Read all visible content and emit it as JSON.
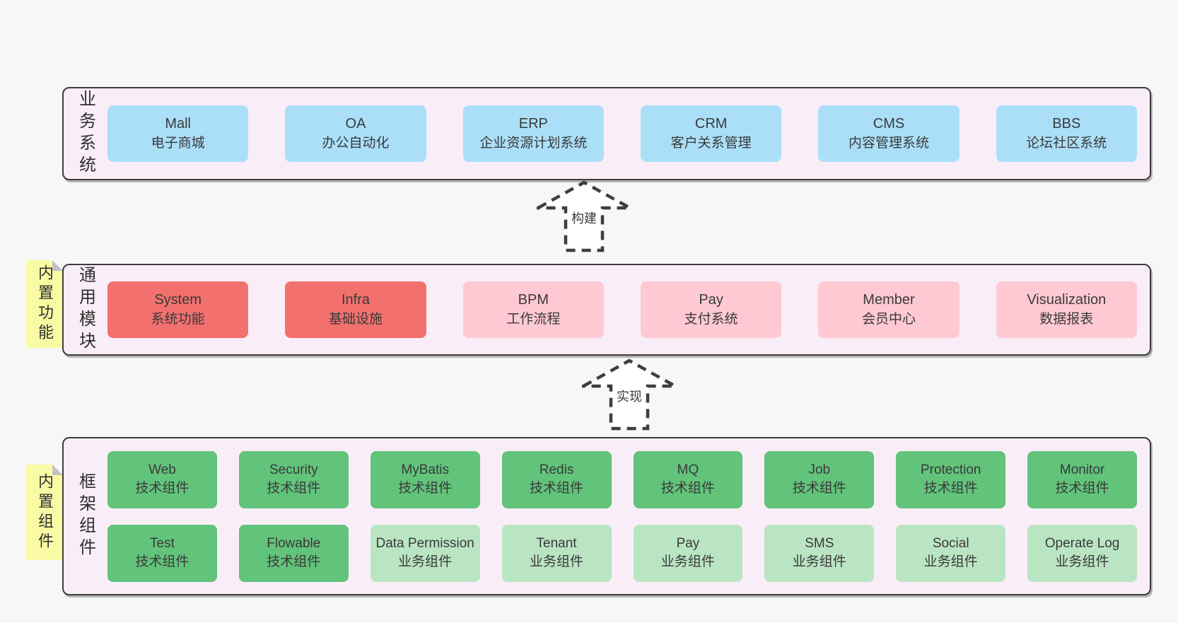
{
  "colors": {
    "page_bg": "#F7F7F7",
    "band_bg": "#F9EEF7",
    "band_border": "#3C3C3C",
    "blue": "#ABDFF8",
    "red": "#F2706E",
    "pink": "#FEC9D3",
    "green_dark": "#62C37A",
    "green_light": "#BAE5C3",
    "sticky_bg": "#FAFAA5",
    "sticky_fold": "#C3C3C3",
    "text": "#3A3A3A"
  },
  "arrows": [
    {
      "label": "构建"
    },
    {
      "label": "实现"
    }
  ],
  "bands": [
    {
      "label": "业务系统",
      "boxes": [
        {
          "name": "Mall",
          "desc": "电子商城",
          "variant": "blue"
        },
        {
          "name": "OA",
          "desc": "办公自动化",
          "variant": "blue"
        },
        {
          "name": "ERP",
          "desc": "企业资源计划系统",
          "variant": "blue"
        },
        {
          "name": "CRM",
          "desc": "客户关系管理",
          "variant": "blue"
        },
        {
          "name": "CMS",
          "desc": "内容管理系统",
          "variant": "blue"
        },
        {
          "name": "BBS",
          "desc": "论坛社区系统",
          "variant": "blue"
        }
      ]
    },
    {
      "label": "通用模块",
      "sticky": "内置功能",
      "boxes": [
        {
          "name": "System",
          "desc": "系统功能",
          "variant": "red"
        },
        {
          "name": "Infra",
          "desc": "基础设施",
          "variant": "red"
        },
        {
          "name": "BPM",
          "desc": "工作流程",
          "variant": "pink"
        },
        {
          "name": "Pay",
          "desc": "支付系统",
          "variant": "pink"
        },
        {
          "name": "Member",
          "desc": "会员中心",
          "variant": "pink"
        },
        {
          "name": "Visualization",
          "desc": "数据报表",
          "variant": "pink"
        }
      ]
    },
    {
      "label": "框架组件",
      "sticky": "内置组件",
      "rows": [
        [
          {
            "name": "Web",
            "desc": "技术组件",
            "variant": "green_dark"
          },
          {
            "name": "Security",
            "desc": "技术组件",
            "variant": "green_dark"
          },
          {
            "name": "MyBatis",
            "desc": "技术组件",
            "variant": "green_dark"
          },
          {
            "name": "Redis",
            "desc": "技术组件",
            "variant": "green_dark"
          },
          {
            "name": "MQ",
            "desc": "技术组件",
            "variant": "green_dark"
          },
          {
            "name": "Job",
            "desc": "技术组件",
            "variant": "green_dark"
          },
          {
            "name": "Protection",
            "desc": "技术组件",
            "variant": "green_dark"
          },
          {
            "name": "Monitor",
            "desc": "技术组件",
            "variant": "green_dark"
          }
        ],
        [
          {
            "name": "Test",
            "desc": "技术组件",
            "variant": "green_dark"
          },
          {
            "name": "Flowable",
            "desc": "技术组件",
            "variant": "green_dark"
          },
          {
            "name": "Data Permission",
            "desc": "业务组件",
            "variant": "green_light"
          },
          {
            "name": "Tenant",
            "desc": "业务组件",
            "variant": "green_light"
          },
          {
            "name": "Pay",
            "desc": "业务组件",
            "variant": "green_light"
          },
          {
            "name": "SMS",
            "desc": "业务组件",
            "variant": "green_light"
          },
          {
            "name": "Social",
            "desc": "业务组件",
            "variant": "green_light"
          },
          {
            "name": "Operate Log",
            "desc": "业务组件",
            "variant": "green_light"
          }
        ]
      ]
    }
  ]
}
